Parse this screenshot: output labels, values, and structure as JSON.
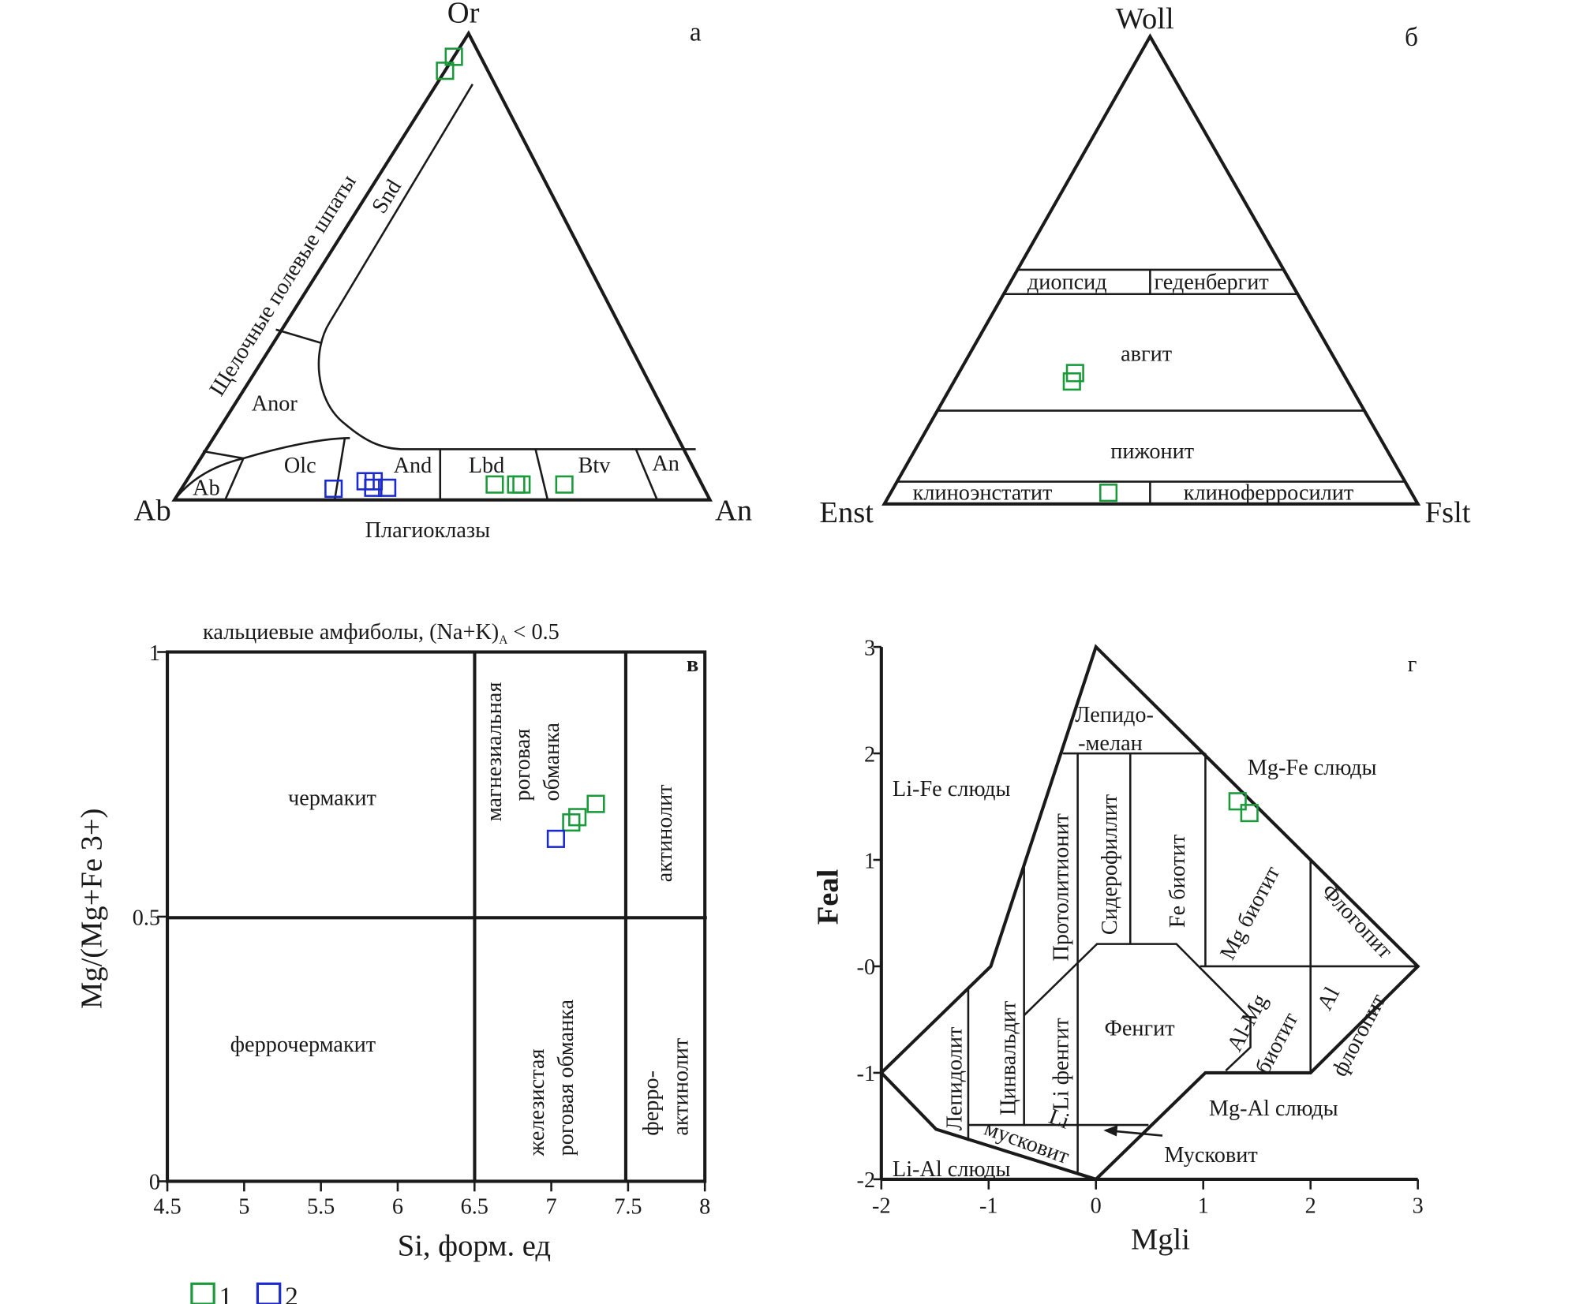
{
  "panel_a": {
    "letter": "а",
    "vertices": {
      "top": "Or",
      "left": "Ab",
      "right": "An"
    },
    "edge_left_label": "Щелочные полевые шпаты",
    "edge_bottom_label": "Плагиоклазы",
    "fields": {
      "snd": "Snd",
      "anor": "Anor",
      "ab": "Ab",
      "olc": "Olc",
      "and": "And",
      "lbd": "Lbd",
      "btv": "Btv",
      "an": "An"
    }
  },
  "panel_b": {
    "letter": "б",
    "vertices": {
      "top": "Woll",
      "left": "Enst",
      "right": "Fslt"
    },
    "fields": {
      "diopside": "диопсид",
      "hedenbergite": "геденбергит",
      "augite": "авгит",
      "pigeonite": "пижонит",
      "clinoenstatite": "клиноэнстатит",
      "clinoferrosilite": "клиноферросилит"
    }
  },
  "panel_v": {
    "letter": "в",
    "title": "кальциевые амфиболы, (Na+K)",
    "title_sub": "A",
    "title_tail": " < 0.5",
    "fields": {
      "tschermakite": "чермакит",
      "ferrotschermakite": "феррочермакит",
      "mg_hbl": [
        "магнезиальная",
        "роговая",
        "обманка"
      ],
      "actinolite": "актинолит",
      "fe_hbl": [
        "железистая",
        "роговая обманка"
      ],
      "ferroactinolite": [
        "ферро-",
        "актинолит"
      ]
    }
  },
  "panel_g": {
    "letter": "г",
    "fields": {
      "lepidomelane": [
        "Лепидо-",
        "-мелан"
      ],
      "li_fe": "Li-Fe слюды",
      "mg_fe": "Mg-Fe слюды",
      "protolithionite": "Протолитионит",
      "siderophyllite": "Сидерофиллит",
      "fe_biotite": "Fe биотит",
      "mg_biotite": "Mg биотит",
      "phlogopite": "Флогопит",
      "zinnwaldite": "Цинвальдит",
      "lepidolite": "Лепидолит",
      "li_phengite": "Li фенгит",
      "phengite": "Фенгит",
      "al_mg_biotite": [
        "Al-Mg",
        "биотит"
      ],
      "al_phlogopite": [
        "Al",
        "флогопит"
      ],
      "mg_al": "Mg-Al слюды",
      "li_al": "Li-Al слюды",
      "li_muscovite": [
        "Li",
        "мусковит"
      ],
      "muscovite": "Мусковит"
    }
  },
  "legend": [
    {
      "label": "1",
      "color": "#1a9a3a"
    },
    {
      "label": "2",
      "color": "#1a2ad0"
    }
  ],
  "chart_data": [
    {
      "type": "scatter",
      "subtype": "ternary",
      "title": "а",
      "axes": [
        "Ab",
        "An",
        "Or"
      ],
      "series": [
        {
          "name": "1",
          "color": "#1a9a3a",
          "points": [
            {
              "An": 0.0,
              "Or": 0.95
            },
            {
              "An": 0.0,
              "Or": 0.92
            },
            {
              "An": 0.58,
              "Or": 0.033
            },
            {
              "An": 0.62,
              "Or": 0.033
            },
            {
              "An": 0.63,
              "Or": 0.033
            },
            {
              "An": 0.71,
              "Or": 0.033
            }
          ]
        },
        {
          "name": "2",
          "color": "#1a2ad0",
          "points": [
            {
              "An": 0.284,
              "Or": 0.024
            },
            {
              "An": 0.335,
              "Or": 0.04
            },
            {
              "An": 0.35,
              "Or": 0.04
            },
            {
              "An": 0.357,
              "Or": 0.026
            },
            {
              "An": 0.383,
              "Or": 0.026
            }
          ]
        }
      ]
    },
    {
      "type": "scatter",
      "subtype": "ternary",
      "title": "б",
      "axes": [
        "Enst",
        "Fslt",
        "Woll"
      ],
      "series": [
        {
          "name": "1",
          "color": "#1a9a3a",
          "points": [
            {
              "Fs": 0.218,
              "Wo": 0.28
            },
            {
              "Fs": 0.221,
              "Wo": 0.262
            },
            {
              "Fs": 0.408,
              "Wo": 0.024
            }
          ]
        }
      ]
    },
    {
      "type": "scatter",
      "title": "в",
      "xlabel": "Si, форм. ед",
      "ylabel": "Mg/(Mg+Fe 3+)",
      "xlim": [
        4.5,
        8
      ],
      "ylim": [
        0,
        1
      ],
      "xticks": [
        "4.5",
        "5",
        "5.5",
        "6",
        "6.5",
        "7",
        "7.5",
        "8"
      ],
      "yticks": [
        "0",
        "0.5",
        "1"
      ],
      "series": [
        {
          "name": "1",
          "color": "#1a9a3a",
          "points": [
            [
              7.29,
              0.713
            ],
            [
              7.17,
              0.688
            ],
            [
              7.13,
              0.678
            ]
          ]
        },
        {
          "name": "2",
          "color": "#1a2ad0",
          "points": [
            [
              7.03,
              0.647
            ]
          ]
        }
      ]
    },
    {
      "type": "scatter",
      "title": "г",
      "xlabel": "Mgli",
      "ylabel": "Feal",
      "xlim": [
        -2,
        3
      ],
      "ylim": [
        -2,
        3
      ],
      "xticks": [
        "-2",
        "-1",
        "0",
        "1",
        "2",
        "3"
      ],
      "yticks": [
        "-2",
        "-1",
        "-0",
        "1",
        "2",
        "3"
      ],
      "series": [
        {
          "name": "1",
          "color": "#1a9a3a",
          "points": [
            [
              1.32,
              1.55
            ],
            [
              1.43,
              1.44
            ]
          ]
        }
      ]
    }
  ]
}
